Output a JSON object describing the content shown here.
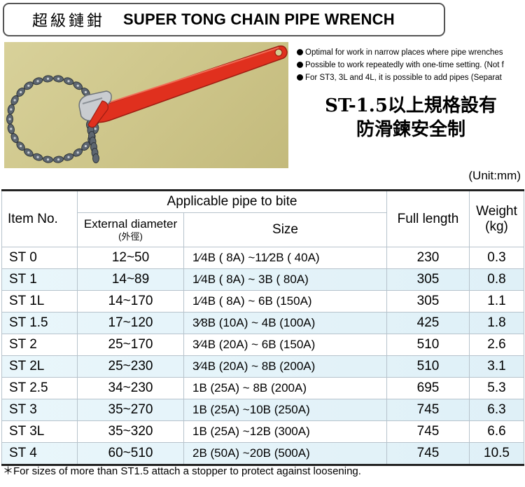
{
  "title": {
    "zh": "超級鏈鉗",
    "en": "SUPER TONG CHAIN PIPE WRENCH"
  },
  "bullets": [
    "Optimal for work in narrow places where pipe wrenches",
    "Possible to work repeatedly with one-time setting. (Not f",
    "For ST3, 3L and 4L, it is possible to add pipes (Separat"
  ],
  "promo": {
    "line1": "ST-1.5以上規格設有",
    "line2": "防滑鍊安全制"
  },
  "unit": "(Unit:mm)",
  "table": {
    "group_header": "Applicable pipe to bite",
    "headers": {
      "item": "Item No.",
      "ext": "External diameter",
      "ext_zh": "(外徑)",
      "size": "Size",
      "length": "Full length",
      "weight": "Weight",
      "weight_unit": "(kg)"
    },
    "rows": [
      {
        "item": "ST 0",
        "ext": "12~50",
        "size": "1⁄4B ( 8A) ~11⁄2B ( 40A)",
        "length": "230",
        "weight": "0.3"
      },
      {
        "item": "ST 1",
        "ext": "14~89",
        "size": "1⁄4B ( 8A) ~ 3B ( 80A)",
        "length": "305",
        "weight": "0.8"
      },
      {
        "item": "ST 1L",
        "ext": "14~170",
        "size": "1⁄4B ( 8A) ~ 6B (150A)",
        "length": "305",
        "weight": "1.1"
      },
      {
        "item": "ST 1.5",
        "ext": "17~120",
        "size": "3⁄8B (10A) ~ 4B (100A)",
        "length": "425",
        "weight": "1.8"
      },
      {
        "item": "ST 2",
        "ext": "25~170",
        "size": "3⁄4B (20A) ~ 6B (150A)",
        "length": "510",
        "weight": "2.6"
      },
      {
        "item": "ST 2L",
        "ext": "25~230",
        "size": "3⁄4B (20A) ~ 8B (200A)",
        "length": "510",
        "weight": "3.1"
      },
      {
        "item": "ST 2.5",
        "ext": "34~230",
        "size": "1B (25A) ~ 8B (200A)",
        "length": "695",
        "weight": "5.3"
      },
      {
        "item": "ST 3",
        "ext": "35~270",
        "size": "1B (25A) ~10B (250A)",
        "length": "745",
        "weight": "6.3"
      },
      {
        "item": "ST 3L",
        "ext": "35~320",
        "size": "1B (25A) ~12B (300A)",
        "length": "745",
        "weight": "6.6"
      },
      {
        "item": "ST 4",
        "ext": "60~510",
        "size": "2B (50A) ~20B (500A)",
        "length": "745",
        "weight": "10.5"
      }
    ]
  },
  "footnote": "＊For sizes of more than ST1.5 attach a stopper to protect against loosening.",
  "colors": {
    "handle": "#e0301e",
    "chain": "#5d6670",
    "photo_bg": "#d3cb91"
  }
}
